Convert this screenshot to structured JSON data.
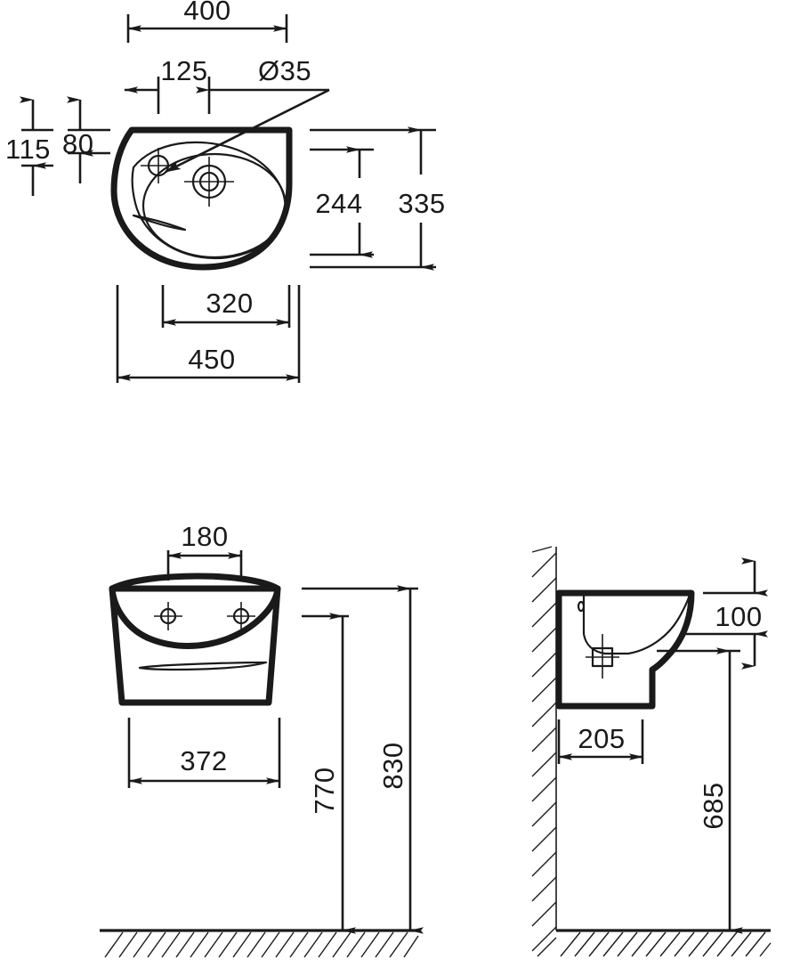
{
  "document": {
    "kind": "technical-drawing",
    "subject": "wall-hung washbasin dimensional drawing",
    "units": "mm",
    "line_color": "#1a1a1a",
    "background_color": "#ffffff"
  },
  "views": {
    "top": {
      "name": "top-view",
      "dimensions": {
        "overall_width": "450",
        "back_width": "400",
        "bowl_width": "320",
        "tap_hole_offset": "125",
        "tap_hole_diameter": "Ø35",
        "back_left_depth": "115",
        "back_left_inner_depth": "80",
        "overall_depth": "335",
        "bowl_depth": "244"
      }
    },
    "front": {
      "name": "front-view",
      "dimensions": {
        "tap_hole_spacing": "180",
        "base_width": "372",
        "rim_height_from_floor": "830",
        "underside_height_from_floor": "770"
      }
    },
    "side": {
      "name": "side-view",
      "dimensions": {
        "projection_from_wall": "205",
        "rim_thickness": "100",
        "underside_height_from_floor": "685"
      }
    }
  },
  "labels": {
    "d400": "400",
    "d125": "125",
    "d35": "Ø35",
    "d115": "115",
    "d80": "80",
    "d244": "244",
    "d335": "335",
    "d320": "320",
    "d450": "450",
    "d180": "180",
    "d372": "372",
    "d770": "770",
    "d830": "830",
    "d100": "100",
    "d205": "205",
    "d685": "685"
  }
}
